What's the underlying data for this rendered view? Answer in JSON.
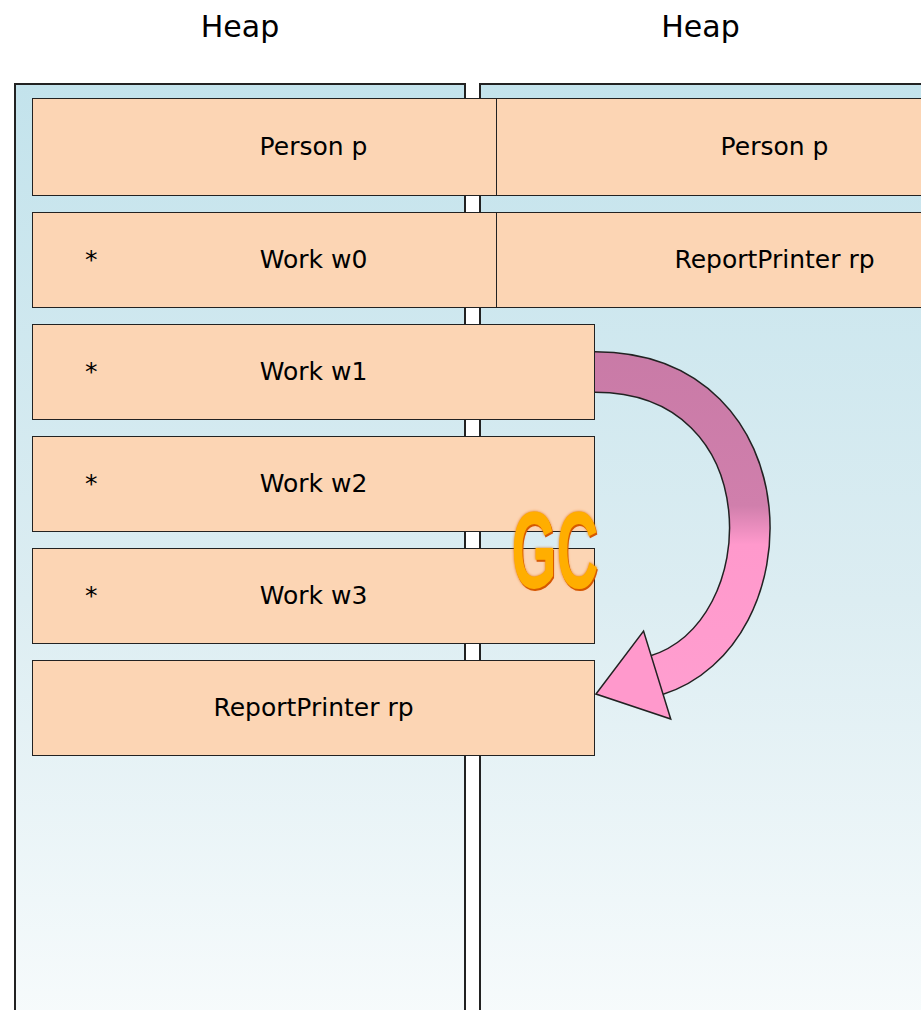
{
  "diagram": {
    "nodes": [
      {
        "text": [
          "Heap"
        ]
      },
      {
        "text": [
          "Person p"
        ],
        "in": 0
      },
      {
        "text": [
          "*",
          "Work w0"
        ],
        "in": 0
      },
      {
        "text": [
          "*",
          "Work w1"
        ],
        "in": 0
      },
      {
        "text": [
          "*",
          "Work w2"
        ],
        "in": 0
      },
      {
        "text": [
          "*",
          "Work w3"
        ],
        "in": 0
      },
      {
        "text": [
          "ReportPrinter rp"
        ],
        "in": 0
      },
      {
        "text": [
          "Heap"
        ]
      },
      {
        "text": [
          "Person p"
        ],
        "in": 7
      },
      {
        "text": [
          "ReportPrinter rp"
        ],
        "in": 7
      }
    ],
    "edges": [
      {
        "from": 3,
        "to": 6,
        "arrow": "to",
        "label": "GC"
      }
    ]
  }
}
